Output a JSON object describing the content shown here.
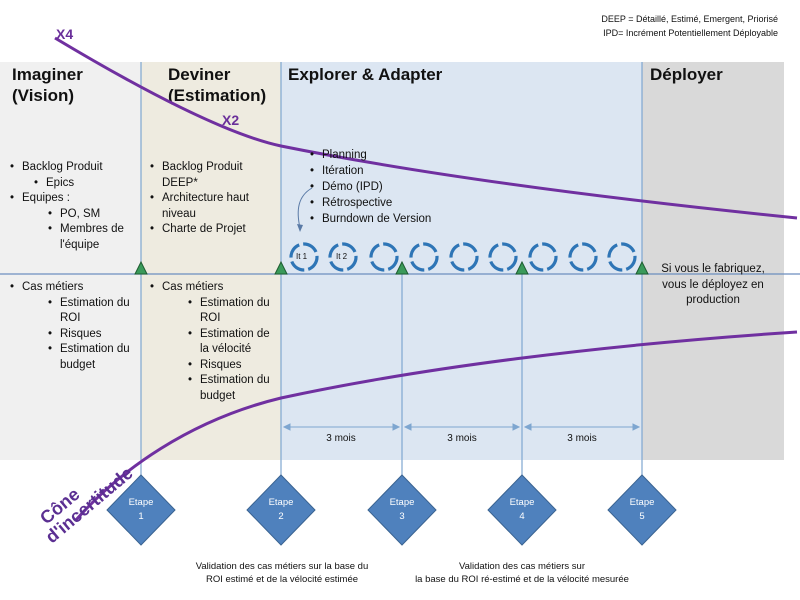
{
  "legend": {
    "line1": "DEEP = Détaillé, Estimé, Emergent,  Priorisé",
    "line2": "IPD= Incrément Potentiellement Déployable"
  },
  "columns": {
    "imaginer": {
      "title_line1": "Imaginer",
      "title_line2": "(Vision)"
    },
    "deviner": {
      "title_line1": "Deviner",
      "title_line2": "(Estimation)"
    },
    "explorer": {
      "title": "Explorer & Adapter"
    },
    "deployer": {
      "title": "Déployer"
    }
  },
  "curve_labels": {
    "x4": "X4",
    "x2": "X2"
  },
  "cone_label": {
    "line1": "Cône",
    "line2": "d'incertitude"
  },
  "imaginer_top": {
    "i1": "Backlog Produit",
    "i2": "Epics",
    "i3": "Equipes :",
    "i4": "PO, SM",
    "i5": "Membres de l'équipe"
  },
  "imaginer_bottom": {
    "i1": "Cas métiers",
    "i2": "Estimation du ROI",
    "i3": "Risques",
    "i4": "Estimation du budget"
  },
  "deviner_top": {
    "i1": "Backlog Produit DEEP*",
    "i2": "Architecture haut niveau",
    "i3": "Charte de Projet"
  },
  "deviner_bottom": {
    "i1": "Cas métiers",
    "i2": "Estimation du ROI",
    "i3": "Estimation de la vélocité",
    "i4": "Risques",
    "i5": "Estimation du budget"
  },
  "explorer_list": {
    "i1": "Planning",
    "i2": "Itération",
    "i3": "Démo (IPD)",
    "i4": "Rétrospective",
    "i5": "Burndown de Version"
  },
  "iterations": {
    "it1": "It 1",
    "it2": "It 2"
  },
  "deployer_text": "Si vous le fabriquez, vous le déployez en production",
  "durations": {
    "d1": "3 mois",
    "d2": "3 mois",
    "d3": "3 mois"
  },
  "steps": [
    {
      "label": "Etape",
      "num": "1"
    },
    {
      "label": "Etape",
      "num": "2"
    },
    {
      "label": "Etape",
      "num": "3"
    },
    {
      "label": "Etape",
      "num": "4"
    },
    {
      "label": "Etape",
      "num": "5"
    }
  ],
  "validation": {
    "left_line1": "Validation des cas métiers sur la base du",
    "left_line2": "ROI estimé et de la vélocité estimée",
    "right_line1": "Validation des cas métiers sur",
    "right_line2": "la base du ROI ré-estimé et de la vélocité mesurée"
  },
  "colors": {
    "imaginer_bg": "#f0f0f0",
    "deviner_bg": "#eeebe0",
    "explorer_bg": "#dce6f2",
    "deployer_bg": "#d9d9d9",
    "curve": "#7030a0",
    "diamond": "#4f81bd",
    "marker": "#2e8b57"
  },
  "icons": {
    "iteration": "circular-arrows-icon",
    "milestone": "green-triangle-icon",
    "step": "blue-diamond-icon"
  }
}
